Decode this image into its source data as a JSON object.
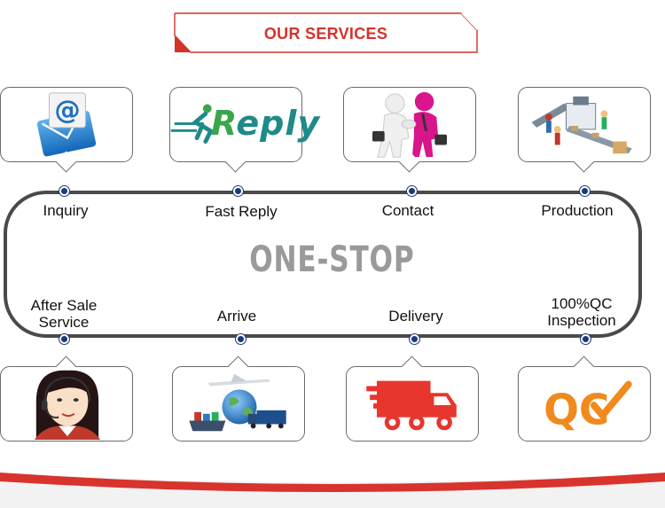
{
  "title": "OUR SERVICES",
  "center_text": "ONE-STOP",
  "top_steps": [
    {
      "label": "Inquiry",
      "icon": "email-at-icon"
    },
    {
      "label": "Fast Reply",
      "icon": "reply-logo-icon"
    },
    {
      "label": "Contact",
      "icon": "handshake-icon"
    },
    {
      "label": "Production",
      "icon": "production-line-icon"
    }
  ],
  "bottom_steps": [
    {
      "label_line1": "After Sale",
      "label_line2": "Service",
      "icon": "customer-service-icon"
    },
    {
      "label_line1": "Arrive",
      "label_line2": "",
      "icon": "globe-transport-icon"
    },
    {
      "label_line1": "Delivery",
      "label_line2": "",
      "icon": "delivery-truck-icon"
    },
    {
      "label_line1": "100%QC",
      "label_line2": "Inspection",
      "icon": "qc-check-icon"
    }
  ],
  "reply_logo_text": {
    "first": "R",
    "rest": "eply"
  },
  "qc_logo_text": "QC",
  "colors": {
    "title_red": "#d6322c",
    "loop_gray": "#4a4a4a",
    "node_navy": "#1a3a78",
    "stripe_red": "#d8332c",
    "center_gray": "#9a9a9a"
  }
}
